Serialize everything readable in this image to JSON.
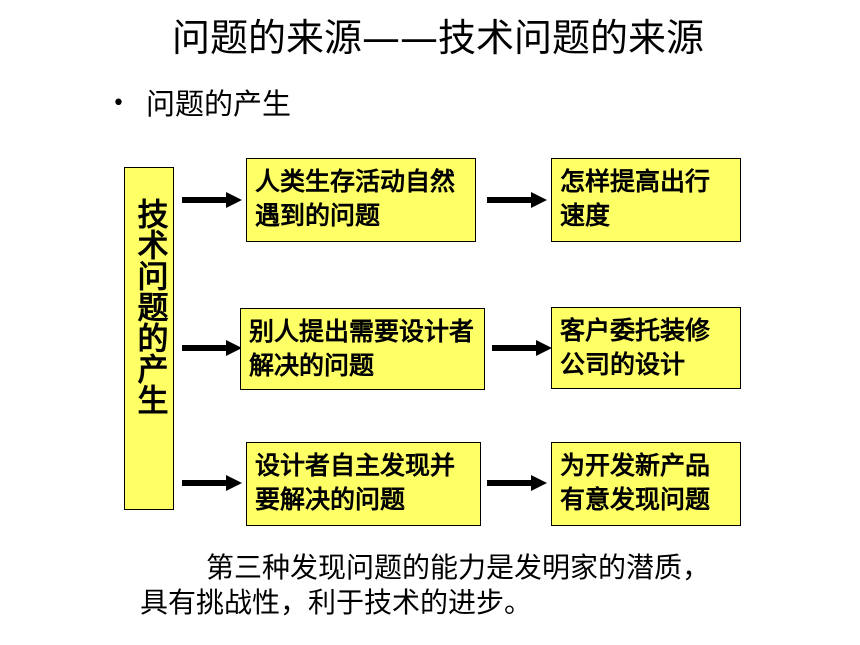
{
  "title": "问题的来源——技术问题的来源",
  "bullet": "问题的产生",
  "vertical_label": "技术问题的产生",
  "rows": [
    {
      "source": "人类生存活动自然遇到的问题",
      "example": "怎样提高出行速度"
    },
    {
      "source": "别人提出需要设计者解决的问题",
      "example": "客户委托装修公司的设计"
    },
    {
      "source": "设计者自主发现并要解决的问题",
      "example": "为开发新产品有意发现问题"
    }
  ],
  "footer": {
    "line1": "第三种发现问题的能力是发明家的潜质，",
    "line2": "具有挑战性，利于技术的进步。"
  },
  "colors": {
    "box_fill": "#ffff66",
    "stroke": "#000000"
  }
}
